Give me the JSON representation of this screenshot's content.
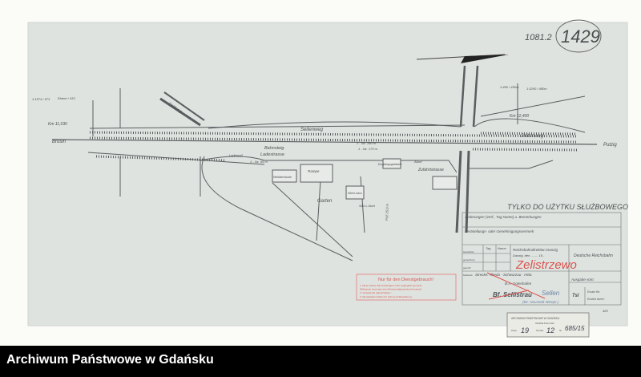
{
  "archive_banner": "Archiwum Państwowe w Gdańsku",
  "sheet_number": {
    "small": "1081.2",
    "large": "1429"
  },
  "plan": {
    "direction_left": "Brusin",
    "direction_right": "Putzig",
    "km_left": "Km 11,030",
    "km_right": "Km 12,400",
    "grade_left": [
      "1:1574 / 673",
      "Ebene / 433"
    ],
    "grade_right": [
      "1:450 / 450m",
      "1:3200 / 480m"
    ],
    "labels": {
      "feldweg": "Feldweg",
      "seitenweg_left": "Seitenweg",
      "seitenweg_right": "Seitenweg",
      "bahnsteig": "Bahnsteig",
      "ladestrasse": "Ladestrasse",
      "zufahrtstrasse": "Zufahrtstrasse",
      "garten": "Garten",
      "rampe": "Rampe",
      "wellblechbude": "Wellblechbude",
      "abort": "Abort",
      "wohnhaus": "Wohn-haus",
      "stall": "Stall u. Abort",
      "empfangsgebaeude": "Empfangsgebäude",
      "laderaum": "Lademaß",
      "ple": "PLE 25,9 m",
      "track1": "1 - Nz. 170 m",
      "track2": "2 - Nz. 180 m",
      "track3": "3 - Nz. 95 m"
    }
  },
  "service_stamp": "TYLKO DO UŻYTKU SŁUŻBOWEGO",
  "title_block": {
    "changes": "Änderungen (Verf., Tag Name) u. Bemerkungen",
    "approval": "Feststellungs- oder Genehmigungsvermerk",
    "col_tag": "Tag",
    "col_name": "Name",
    "rows": [
      "bearbeitet",
      "gezeichnet",
      "geprüft"
    ],
    "directorate": "Reichsbahndirektion Danzig",
    "place_date": "Danzig, den ........ 19..",
    "railway": "Deutsche Reichsbahn",
    "red_name": "Zelistrzewo",
    "line_label": "Maßstab",
    "line": "Strecke: Rheda - Schwarzau - Hela",
    "district": "B.A. Gotenhafen",
    "station": "Bf. Sellistrau",
    "blue_name": "Sellen",
    "blue_sub": "(Bz. Neustadt Westpr.)",
    "issue": "Ausgabe vom:",
    "tsl": "Tsl",
    "issue_rows": [
      "Ersatz für:",
      "Ersetzt durch:"
    ],
    "sheet_no": "483"
  },
  "red_stamp": {
    "title": "Nur für den Dienstgebrauch!",
    "lines": [
      "1. Diese Sache darf Unbefugten nicht zugänglich gemacht",
      "   Mißbrauch wird nach dem Reichsstrafgesetzbuch bestraft.",
      "2. Versand als „Einschreiben.“",
      "3. Dienststellen haften für sichere Aufbewahrung."
    ]
  },
  "archive_stamp": {
    "title": "ARCHIWUM PAŃSTWOWE W GDAŃSKU",
    "subtitle": "Oddział Pomorski",
    "zespol_label": "Zesp.",
    "zespol": "19",
    "teczka_label": "Teczka",
    "teczka": "12",
    "nr_label": "Nr",
    "nr": "685/15"
  },
  "colors": {
    "paper": "#dfe3df",
    "ink": "#55595c",
    "red": "#d9534f",
    "blue": "#6a84a8",
    "banner": "#000000"
  }
}
